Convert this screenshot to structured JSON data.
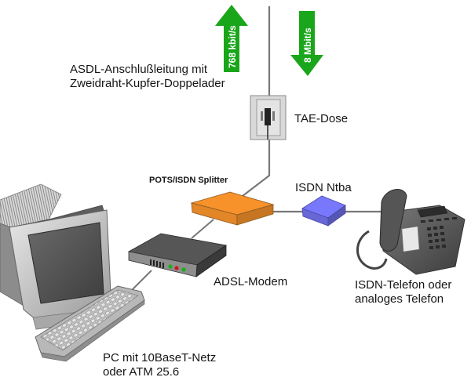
{
  "diagram": {
    "colors": {
      "line": "#777777",
      "arrow": "#1aa61a",
      "splitter": "#f7922a",
      "ntba": "#7272f0",
      "modem": "#4a4a4a",
      "tae_box": "#d9d9d9",
      "led_green": "#18b018",
      "led_red": "#d01818"
    },
    "arrows": {
      "upstream": {
        "label": "768 kbit/s",
        "direction": "up"
      },
      "downstream": {
        "label": "8 Mbit/s",
        "direction": "down"
      }
    },
    "labels": {
      "line_line1": "ASDL-Anschlußleitung mit",
      "line_line2": "Zweidraht-Kupfer-Doppelader",
      "tae": "TAE-Dose",
      "splitter": "POTS/ISDN Splitter",
      "ntba": "ISDN Ntba",
      "modem": "ADSL-Modem",
      "phone_line1": "ISDN-Telefon oder",
      "phone_line2": "analoges Telefon",
      "pc_line1": "PC mit 10BaseT-Netz",
      "pc_line2": "oder ATM 25.6"
    },
    "devices": {
      "modem_leds": [
        "green",
        "red",
        "green"
      ]
    }
  }
}
